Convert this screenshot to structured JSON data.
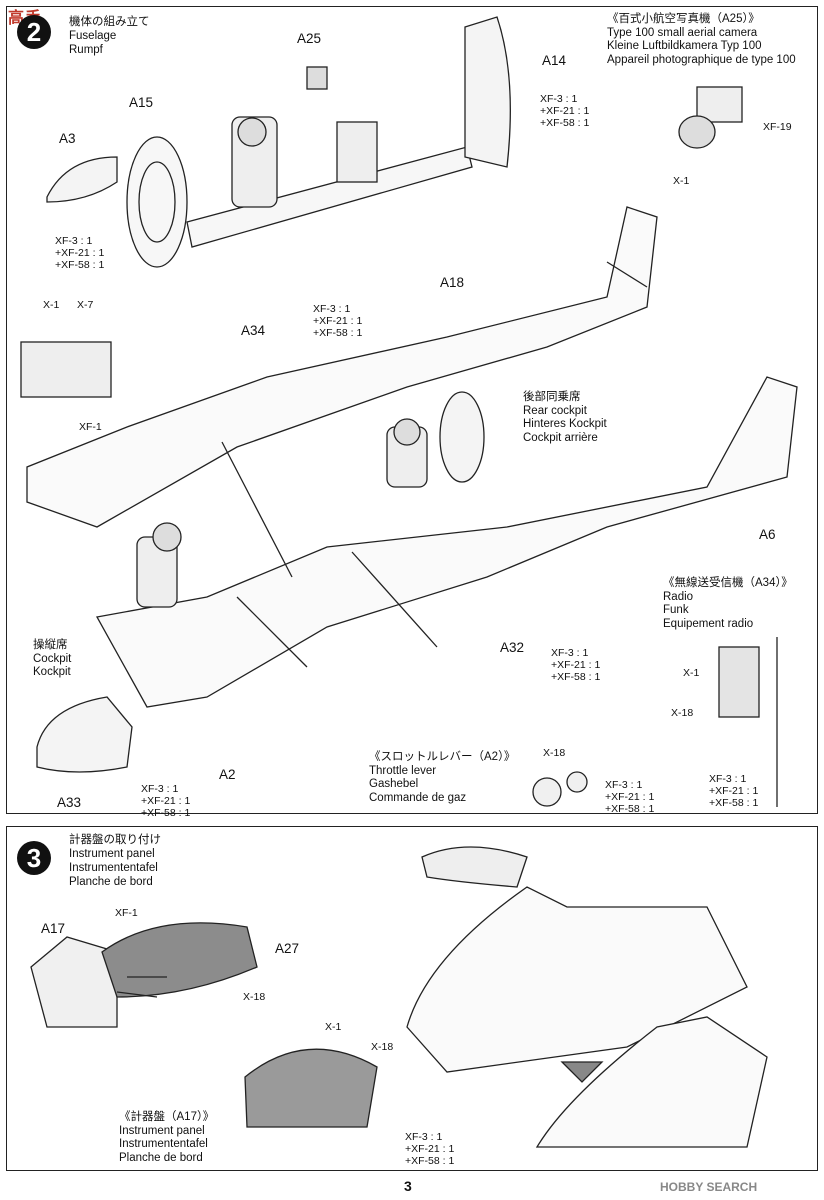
{
  "watermark_left": "高手",
  "watermark_right": "HOBBY SEARCH",
  "page_number": "3",
  "step2": {
    "number": "2",
    "title": [
      "機体の組み立て",
      "Fuselage",
      "Rumpf"
    ],
    "camera_inset": [
      "《百式小航空写真機（A25）》",
      "Type 100 small aerial camera",
      "Kleine Luftbildkamera Typ 100",
      "Appareil photographique de type 100"
    ],
    "radio_inset": [
      "《無線送受信機（A34）》",
      "Radio",
      "Funk",
      "Equipement radio"
    ],
    "throttle_inset": [
      "《スロットルレバー（A2）》",
      "Throttle lever",
      "Gashebel",
      "Commande de gaz"
    ],
    "rear_cockpit": [
      "後部同乗席",
      "Rear cockpit",
      "Hinteres Kockpit",
      "Cockpit arrière"
    ],
    "front_cockpit": [
      "操縦席",
      "Cockpit",
      "Kockpit"
    ],
    "parts": {
      "a25": "A25",
      "a14": "A14",
      "a15": "A15",
      "a3": "A3",
      "a18": "A18",
      "a34": "A34",
      "a6": "A6",
      "a32": "A32",
      "a2": "A2",
      "a33": "A33"
    },
    "colors": {
      "mix": [
        "XF-3 : 1",
        "+XF-21 : 1",
        "+XF-58 : 1"
      ],
      "x1": "X-1",
      "x7": "X-7",
      "xf1": "XF-1",
      "xf19": "XF-19",
      "x18": "X-18"
    }
  },
  "step3": {
    "number": "3",
    "title": [
      "計器盤の取り付け",
      "Instrument panel",
      "Instrumententafel",
      "Planche de bord"
    ],
    "panel_inset": [
      "《計器盤（A17）》",
      "Instrument panel",
      "Instrumententafel",
      "Planche de bord"
    ],
    "parts": {
      "a17": "A17",
      "a27": "A27"
    },
    "colors": {
      "xf1": "XF-1",
      "x18": "X-18",
      "x1": "X-1",
      "mix": [
        "XF-3 : 1",
        "+XF-21 : 1",
        "+XF-58 : 1"
      ]
    }
  }
}
